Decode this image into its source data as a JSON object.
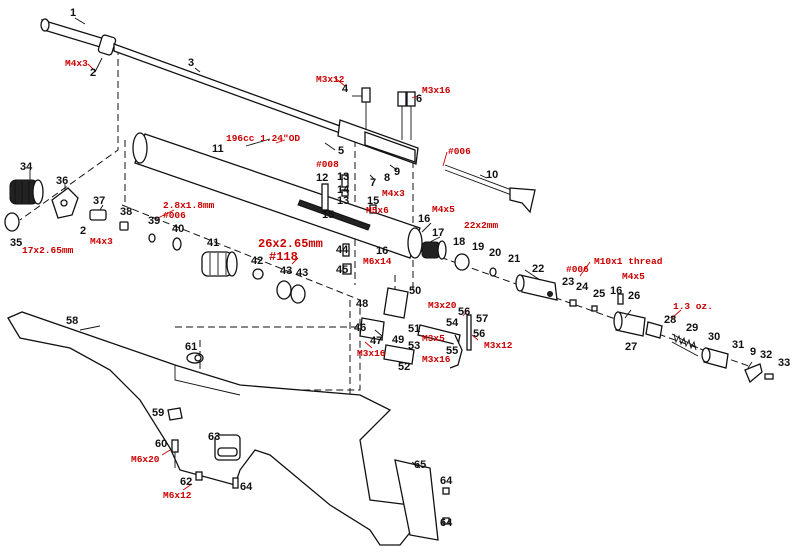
{
  "diagram": {
    "part_numbers": [
      {
        "id": "p1",
        "text": "1"
      },
      {
        "id": "p2a",
        "text": "2"
      },
      {
        "id": "p3",
        "text": "3"
      },
      {
        "id": "p4",
        "text": "4"
      },
      {
        "id": "p5",
        "text": "5"
      },
      {
        "id": "p6",
        "text": "6"
      },
      {
        "id": "p7",
        "text": "7"
      },
      {
        "id": "p8",
        "text": "8"
      },
      {
        "id": "p9a",
        "text": "9"
      },
      {
        "id": "p10",
        "text": "10"
      },
      {
        "id": "p11",
        "text": "11"
      },
      {
        "id": "p12",
        "text": "12"
      },
      {
        "id": "p13a",
        "text": "13"
      },
      {
        "id": "p13b",
        "text": "13"
      },
      {
        "id": "p14",
        "text": "14"
      },
      {
        "id": "p15a",
        "text": "15"
      },
      {
        "id": "p15b",
        "text": "15"
      },
      {
        "id": "p16a",
        "text": "16"
      },
      {
        "id": "p16b",
        "text": "16"
      },
      {
        "id": "p16c",
        "text": "16"
      },
      {
        "id": "p17",
        "text": "17"
      },
      {
        "id": "p18",
        "text": "18"
      },
      {
        "id": "p19",
        "text": "19"
      },
      {
        "id": "p20",
        "text": "20"
      },
      {
        "id": "p21",
        "text": "21"
      },
      {
        "id": "p22",
        "text": "22"
      },
      {
        "id": "p23",
        "text": "23"
      },
      {
        "id": "p24",
        "text": "24"
      },
      {
        "id": "p25",
        "text": "25"
      },
      {
        "id": "p26",
        "text": "26"
      },
      {
        "id": "p27",
        "text": "27"
      },
      {
        "id": "p28",
        "text": "28"
      },
      {
        "id": "p29",
        "text": "29"
      },
      {
        "id": "p30",
        "text": "30"
      },
      {
        "id": "p31",
        "text": "31"
      },
      {
        "id": "p9b",
        "text": "9"
      },
      {
        "id": "p32",
        "text": "32"
      },
      {
        "id": "p33",
        "text": "33"
      },
      {
        "id": "p34",
        "text": "34"
      },
      {
        "id": "p35",
        "text": "35"
      },
      {
        "id": "p36",
        "text": "36"
      },
      {
        "id": "p2b",
        "text": "2"
      },
      {
        "id": "p37",
        "text": "37"
      },
      {
        "id": "p38",
        "text": "38"
      },
      {
        "id": "p39",
        "text": "39"
      },
      {
        "id": "p40",
        "text": "40"
      },
      {
        "id": "p41",
        "text": "41"
      },
      {
        "id": "p42",
        "text": "42"
      },
      {
        "id": "p43a",
        "text": "43"
      },
      {
        "id": "p43b",
        "text": "43"
      },
      {
        "id": "p44",
        "text": "44"
      },
      {
        "id": "p45",
        "text": "45"
      },
      {
        "id": "p46",
        "text": "46"
      },
      {
        "id": "p47",
        "text": "47"
      },
      {
        "id": "p48",
        "text": "48"
      },
      {
        "id": "p49",
        "text": "49"
      },
      {
        "id": "p50",
        "text": "50"
      },
      {
        "id": "p51",
        "text": "51"
      },
      {
        "id": "p52",
        "text": "52"
      },
      {
        "id": "p53",
        "text": "53"
      },
      {
        "id": "p54",
        "text": "54"
      },
      {
        "id": "p55",
        "text": "55"
      },
      {
        "id": "p56a",
        "text": "56"
      },
      {
        "id": "p56b",
        "text": "56"
      },
      {
        "id": "p57",
        "text": "57"
      },
      {
        "id": "p58",
        "text": "58"
      },
      {
        "id": "p59",
        "text": "59"
      },
      {
        "id": "p60",
        "text": "60"
      },
      {
        "id": "p61",
        "text": "61"
      },
      {
        "id": "p62",
        "text": "62"
      },
      {
        "id": "p63",
        "text": "63"
      },
      {
        "id": "p64a",
        "text": "64"
      },
      {
        "id": "p64b",
        "text": "64"
      },
      {
        "id": "p64c",
        "text": "64"
      },
      {
        "id": "p65",
        "text": "65"
      }
    ],
    "specs": [
      {
        "id": "s_m4x3a",
        "text": "M4x3"
      },
      {
        "id": "s_m3x12a",
        "text": "M3x12"
      },
      {
        "id": "s_m3x16a",
        "text": "M3x16"
      },
      {
        "id": "s_196cc",
        "text": "196cc 1.24\"OD"
      },
      {
        "id": "s_008",
        "text": "#008"
      },
      {
        "id": "s_006a",
        "text": "#006"
      },
      {
        "id": "s_m4x3b",
        "text": "M4x3"
      },
      {
        "id": "s_m5x6",
        "text": "M5x6"
      },
      {
        "id": "s_m4x5a",
        "text": "M4x5"
      },
      {
        "id": "s_22x2",
        "text": "22x2mm"
      },
      {
        "id": "s_28x18",
        "text": "2.8x1.8mm"
      },
      {
        "id": "s_006b",
        "text": "#006"
      },
      {
        "id": "s_m4x3c",
        "text": "M4x3"
      },
      {
        "id": "s_17x265",
        "text": "17x2.65mm"
      },
      {
        "id": "s_26x265",
        "text": "26x2.65mm"
      },
      {
        "id": "s_118",
        "text": "#118"
      },
      {
        "id": "s_m6x14",
        "text": "M6x14"
      },
      {
        "id": "s_m10x1",
        "text": "M10x1 thread"
      },
      {
        "id": "s_006c",
        "text": "#006"
      },
      {
        "id": "s_m4x5b",
        "text": "M4x5"
      },
      {
        "id": "s_13oz",
        "text": "1.3 oz."
      },
      {
        "id": "s_m3x20",
        "text": "M3x20"
      },
      {
        "id": "s_m3x5",
        "text": "M3x5"
      },
      {
        "id": "s_m3x12b",
        "text": "M3x12"
      },
      {
        "id": "s_m3x16b",
        "text": "M3x16"
      },
      {
        "id": "s_m3x16c",
        "text": "M3x16"
      },
      {
        "id": "s_m6x20",
        "text": "M6x20"
      },
      {
        "id": "s_m6x12",
        "text": "M6x12"
      }
    ]
  }
}
